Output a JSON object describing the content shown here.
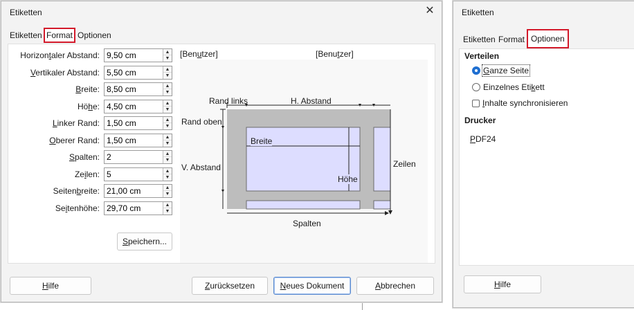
{
  "left_dialog": {
    "title": "Etiketten",
    "close_glyph": "✕",
    "tabs": [
      "Etiketten",
      "Format",
      "Optionen"
    ],
    "fields": [
      {
        "pre": "Horizon",
        "acc": "t",
        "post": "aler Abstand:",
        "value": "9,50 cm"
      },
      {
        "pre": "",
        "acc": "V",
        "post": "ertikaler Abstand:",
        "value": "5,50 cm"
      },
      {
        "pre": "",
        "acc": "B",
        "post": "reite:",
        "value": "8,50 cm"
      },
      {
        "pre": "Hö",
        "acc": "h",
        "post": "e:",
        "value": "4,50 cm"
      },
      {
        "pre": "",
        "acc": "L",
        "post": "inker Rand:",
        "value": "1,50 cm"
      },
      {
        "pre": "",
        "acc": "O",
        "post": "berer Rand:",
        "value": "1,50 cm"
      },
      {
        "pre": "",
        "acc": "S",
        "post": "palten:",
        "value": "2"
      },
      {
        "pre": "Ze",
        "acc": "i",
        "post": "len:",
        "value": "5"
      },
      {
        "pre": "Seiten",
        "acc": "b",
        "post": "reite:",
        "value": "21,00 cm"
      },
      {
        "pre": "Se",
        "acc": "i",
        "post": "tenhöhe:",
        "value": "29,70 cm"
      }
    ],
    "save_button": {
      "acc": "S",
      "rest": "peichern..."
    },
    "preview": {
      "header_left": {
        "pre": "[Ben",
        "acc": "u",
        "post": "tzer]"
      },
      "header_right": {
        "pre": "[Benu",
        "acc": "t",
        "post": "zer]"
      },
      "rand_links": "Rand links",
      "h_abstand": "H. Abstand",
      "rand_oben": "Rand oben",
      "breite": "Breite",
      "v_abstand": "V. Abstand",
      "hoehe": "Höhe",
      "zeilen": "Zeilen",
      "spalten": "Spalten"
    },
    "buttons": {
      "help": {
        "acc": "H",
        "rest": "ilfe"
      },
      "reset": {
        "acc": "Z",
        "rest": "urücksetzen"
      },
      "new_doc": {
        "acc": "N",
        "rest": "eues Dokument"
      },
      "cancel": {
        "acc": "A",
        "rest": "bbrechen"
      }
    }
  },
  "right_dialog": {
    "title": "Etiketten",
    "tabs": [
      "Etiketten",
      "Format",
      "Optionen"
    ],
    "distribute_heading": "Verteilen",
    "options": [
      {
        "pre": "",
        "acc": "G",
        "post": "anze Seite",
        "selected": true
      },
      {
        "pre": "Einzelnes Eti",
        "acc": "k",
        "post": "ett",
        "selected": false
      }
    ],
    "sync_checkbox": {
      "pre": "",
      "acc": "I",
      "post": "nhalte synchronisieren",
      "checked": false
    },
    "printer_heading": "Drucker",
    "printer_name": {
      "pre": "",
      "acc": "P",
      "post": "DF24"
    },
    "help_button": {
      "acc": "H",
      "rest": "ilfe"
    }
  }
}
